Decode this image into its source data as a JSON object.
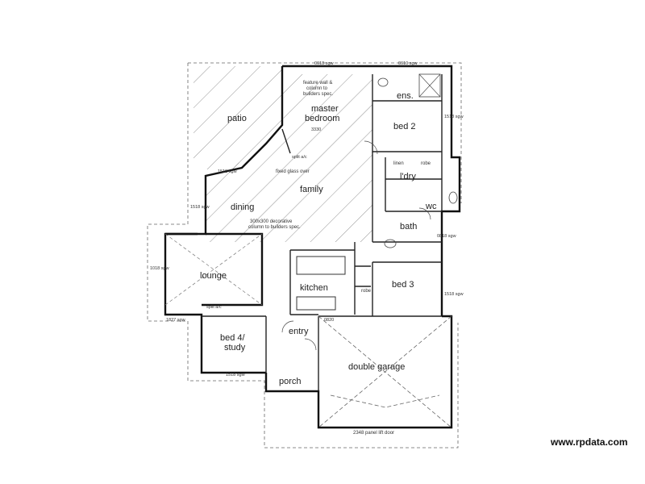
{
  "rooms": {
    "patio": "patio",
    "master": "master",
    "bedroom": "bedroom",
    "ens": "ens.",
    "bed2": "bed 2",
    "family": "family",
    "ldry": "l'dry",
    "wc": "wc",
    "dining": "dining",
    "bath": "bath",
    "lounge": "lounge",
    "kitchen": "kitchen",
    "bed3": "bed 3",
    "bed4": "bed 4/",
    "study": "study",
    "entry": "entry",
    "garage": "double garage",
    "porch": "porch"
  },
  "notes": {
    "feature1": "feature wall &",
    "feature2": "column to",
    "feature3": "builders spec.",
    "fixed_glass": "fixed glass over",
    "column1": "300x300 decorative",
    "column2": "column to builders spec.",
    "door": "2348 panel lift door",
    "linen": "linen",
    "robe": "robe",
    "robe2": "robe"
  },
  "dims": {
    "d1": "0618 sgw",
    "d2": "0610 sgw",
    "d3": "1518 sgw",
    "d4": "3330",
    "d5": "1518 sgw",
    "d6": "1518 sgw",
    "d7": "1518 sgw",
    "d8": "1018 sgw",
    "d9": "1518 sgw",
    "d10": "0818 sgw",
    "d11": "1827 sgw",
    "d12": "0820",
    "d13": "split a/c",
    "d14": "split a/c"
  },
  "credit": "www.rpdata.com"
}
